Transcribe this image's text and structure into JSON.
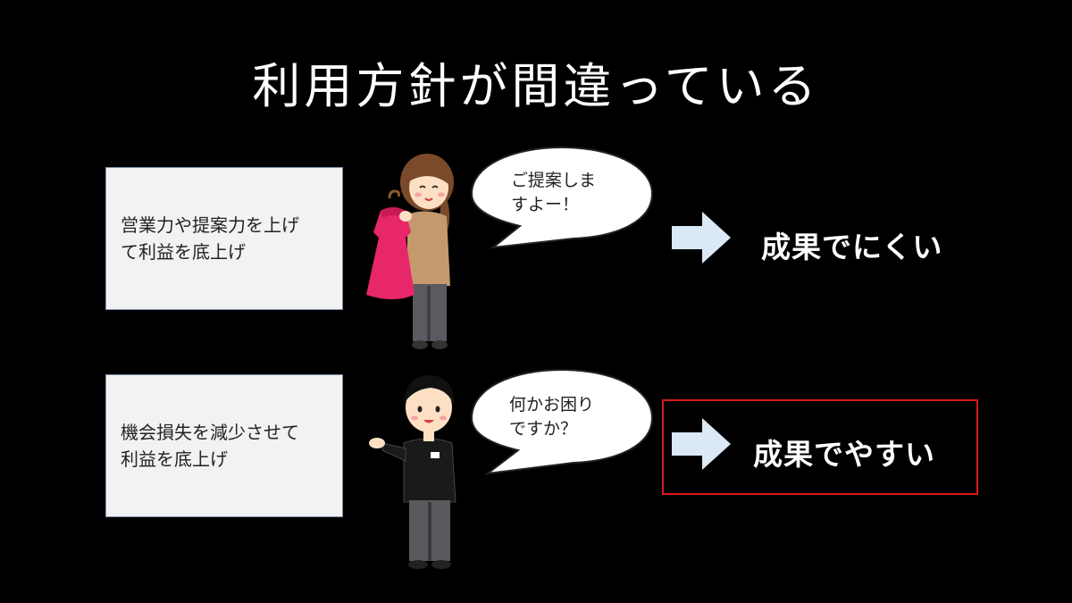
{
  "slide": {
    "title": "利用方針が間違っている"
  },
  "rows": [
    {
      "approach": "営業力や提案力を上げ\nて利益を底上げ",
      "speech": "ご提案しま\nすよー！",
      "result": "成果でにくい",
      "highlighted": false
    },
    {
      "approach": "機会損失を減少させて\n利益を底上げ",
      "speech": "何かお困り\nですか？",
      "result": "成果でやすい",
      "highlighted": true
    }
  ],
  "colors": {
    "background": "#000000",
    "box_fill": "#f2f2f2",
    "box_border": "#7d90ad",
    "arrow": "#dbe8f5",
    "highlight_border": "#d91a1a"
  },
  "icons": [
    "woman-holding-dress-illustration",
    "staff-man-illustration",
    "right-arrow-icon",
    "speech-bubble"
  ]
}
